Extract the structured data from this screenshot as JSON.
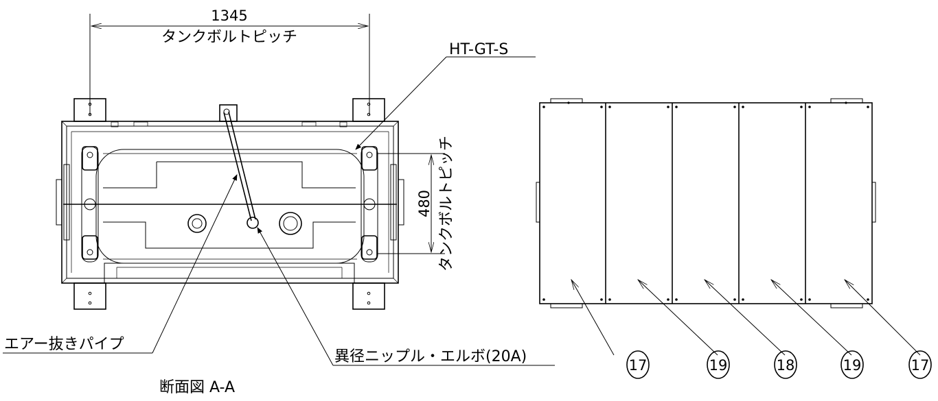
{
  "labels": {
    "dim_width": "1345",
    "dim_width_note": "タンクボルトピッチ",
    "dim_height": "480",
    "dim_height_note": "タンクボルトピッチ",
    "part_code": "HT-GT-S",
    "air_vent_pipe": "エアー抜きパイプ",
    "reducer_elbow": "異径ニップル・エルボ(20A)",
    "section_title": "断面図 A-A"
  },
  "callouts": [
    "17",
    "19",
    "18",
    "19",
    "17"
  ]
}
